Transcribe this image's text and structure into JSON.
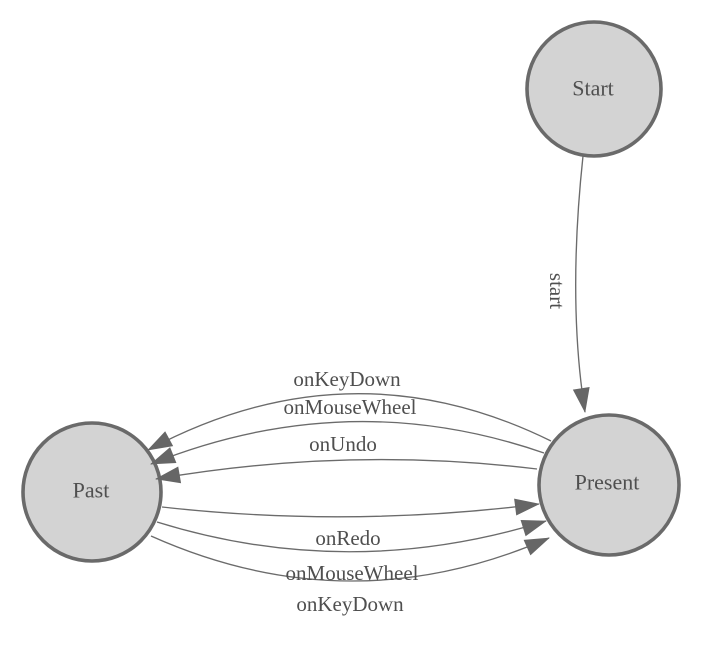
{
  "diagram": {
    "type": "state-machine",
    "background": "#ffffff",
    "colors": {
      "node_fill": "#d3d3d3",
      "node_border": "#6a6a6a",
      "edge_line": "#6b6b6b",
      "arrowhead": "#666666",
      "label_text": "#4f4f4f"
    },
    "nodes": [
      {
        "id": "start",
        "label": "Start"
      },
      {
        "id": "past",
        "label": "Past"
      },
      {
        "id": "present",
        "label": "Present"
      }
    ],
    "edges": [
      {
        "from": "start",
        "to": "present",
        "label": "start"
      },
      {
        "from": "present",
        "to": "past",
        "label": "onKeyDown"
      },
      {
        "from": "present",
        "to": "past",
        "label": "onMouseWheel"
      },
      {
        "from": "present",
        "to": "past",
        "label": "onUndo"
      },
      {
        "from": "past",
        "to": "present",
        "label": "onRedo"
      },
      {
        "from": "past",
        "to": "present",
        "label": "onMouseWheel"
      },
      {
        "from": "past",
        "to": "present",
        "label": "onKeyDown"
      }
    ]
  }
}
